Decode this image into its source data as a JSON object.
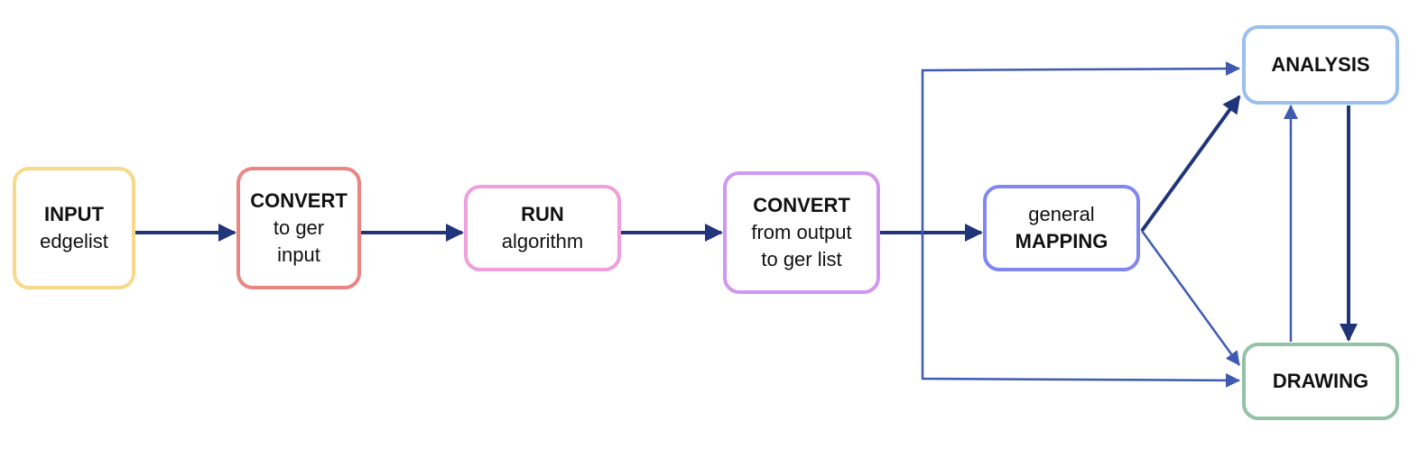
{
  "nodes": {
    "input": {
      "title": "INPUT",
      "subtitle": "edgelist",
      "color": "#f7d98b"
    },
    "convert1": {
      "title": "CONVERT",
      "line2": "to ger",
      "line3": "input",
      "color": "#eb8582"
    },
    "run": {
      "title": "RUN",
      "subtitle": "algorithm",
      "color": "#ee9fdc"
    },
    "convert2": {
      "title": "CONVERT",
      "line2": "from output",
      "line3": "to ger list",
      "color": "#d197f0"
    },
    "mapping": {
      "prefix": "general",
      "title": "MAPPING",
      "color": "#8088f0"
    },
    "analysis": {
      "title": "ANALYSIS",
      "color": "#9bbfee"
    },
    "drawing": {
      "title": "DRAWING",
      "color": "#93c2a6"
    }
  },
  "arrow_colors": {
    "dark": "#21357a",
    "light": "#3f5ab0"
  }
}
